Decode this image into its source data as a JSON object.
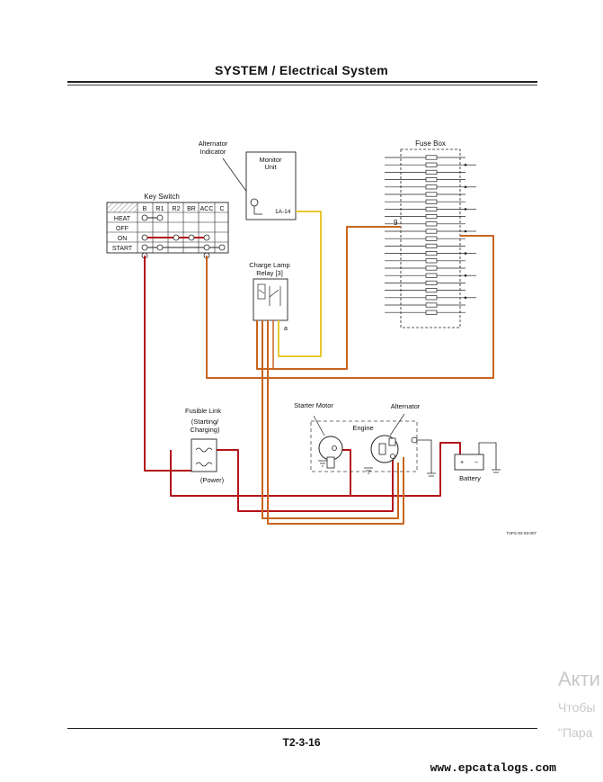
{
  "header": {
    "title": "SYSTEM / Electrical System"
  },
  "diagram": {
    "alternator_indicator": [
      "Alternator",
      "Indicator"
    ],
    "monitor_unit": [
      "Monitor",
      "Unit"
    ],
    "monitor_terminal": "1A-14",
    "fuse_box": "Fuse Box",
    "fuse_number": "9",
    "key_switch": {
      "title": "Key Switch",
      "columns": [
        "B",
        "R1",
        "R2",
        "BR",
        "ACC",
        "C"
      ],
      "rows": [
        "HEAT",
        "OFF",
        "ON",
        "START"
      ]
    },
    "charge_lamp_relay": [
      "Charge Lamp",
      "Relay  [3]"
    ],
    "relay_terminal": "a",
    "fusible_link": [
      "Fusible Link",
      "(Starting/",
      "Charging)"
    ],
    "fusible_link_power": "(Power)",
    "starter_motor": "Starter Motor",
    "alternator": "Alternator",
    "engine": "Engine",
    "battery": "Battery",
    "figure_code": "T4FG-02-03-007"
  },
  "colors": {
    "wire_red": "#b4141a",
    "wire_orange": "#c8641e",
    "wire_yellow": "#e6c832",
    "ink": "#222222"
  },
  "footer": {
    "page_number": "T2-3-16",
    "site": "www.epcatalogs.com"
  },
  "watermark": {
    "line1": "Акти",
    "line2": "Чтобы",
    "line3": "\"Пара"
  }
}
